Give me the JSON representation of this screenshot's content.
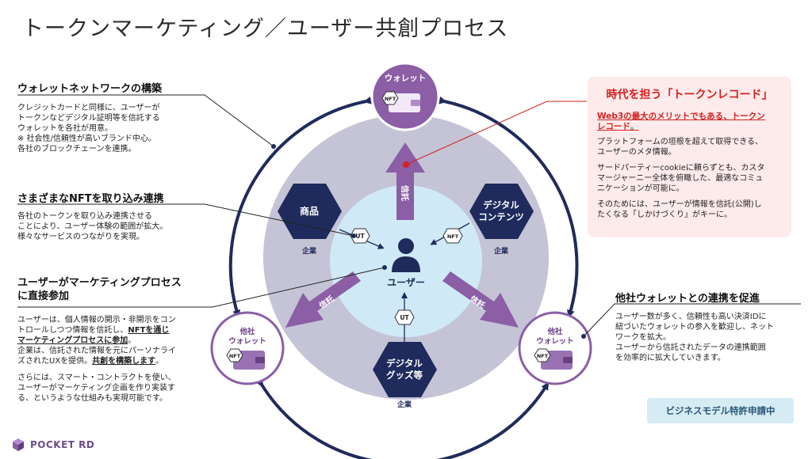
{
  "title": "トークンマーケティング／ユーザー共創プロセス",
  "left": {
    "sec1": {
      "heading": "ウォレットネットワークの構築",
      "lines": [
        "クレジットカードと同様に、ユーザーが",
        "トークンなどデジタル証明等を信託する",
        "ウォレットを各社が用意。",
        "※ 社会性/信頼性が高いブランド中心。",
        "各社のブロックチェーンを連携。"
      ]
    },
    "sec2": {
      "heading": "さまざまなNFTを取り込み連携",
      "lines": [
        "各社のトークンを取り込み連携させる",
        "ことにより、ユーザー体験の範囲が拡大。",
        "様々なサービスのつながりを実現。"
      ]
    },
    "sec3": {
      "heading_line1": "ユーザーがマーケティングプロセス",
      "heading_line2": "に直接参加",
      "p1_line1": "ユーザーは、個人情報の開示・非開示をコン",
      "p1_line2a": "トロールしつつ情報を信託し、",
      "p1_bold1": "NFTを通じ",
      "p1_bold2": "マーケティングプロセスに参加",
      "p1_line3_end": "。",
      "p2_line1": "企業は、信託された情報を元にパーソナライ",
      "p2_line2a": "ズされたUXを提供。",
      "p2_bold": "共創を構築します",
      "p2_end": "。",
      "p3_lines": [
        "さらには、スマート・コントラクトを使い、",
        "ユーザーがマーケティング企画を作り実装す",
        "る、というような仕組みも実現可能です。"
      ]
    }
  },
  "right_box": {
    "heading": "時代を担う「トークンレコード」",
    "sub_line1": "Web3の最大のメリットでもある、トークン",
    "sub_line2": "レコード",
    "sub_end": "。",
    "p1_lines": [
      "プラットフォームの垣根を超えて取得できる、",
      "ユーザーのメタ情報。"
    ],
    "p2_lines": [
      "サードパーティーcookieに頼らずとも、カスタ",
      "マージャーニー全体を俯瞰した、最適なコミュ",
      "ニケーションが可能に。"
    ],
    "p3_lines": [
      "そのためには、ユーザーが情報を信託(公開)し",
      "たくなる「しかけづくり」がキーに。"
    ]
  },
  "sec4": {
    "heading": "他社ウォレットとの連携を促進",
    "lines": [
      "ユーザー数が多く、信頼性も高い決済IDに",
      "紐づいたウォレットの参入を歓迎し、ネット",
      "ワークを拡大。",
      "ユーザーから信託されたデータの連携範囲",
      "を効率的に拡大していきます。"
    ]
  },
  "diagram": {
    "top_wallet": "ウォレット",
    "left_wallet": [
      "他社",
      "ウォレット"
    ],
    "right_wallet": [
      "他社",
      "ウォレット"
    ],
    "nft": "NFT",
    "ut": "UT",
    "user": "ユーザー",
    "trust": "信託",
    "hex_product": "商品",
    "hex_digital_content": [
      "デジタル",
      "コンテンツ"
    ],
    "hex_digital_goods": [
      "デジタル",
      "グッズ等"
    ],
    "company": "企業"
  },
  "patent": "ビジネスモデル特許申請中",
  "logo": "POCKET RD",
  "colors": {
    "purple": "#8b5ea6",
    "navy": "#1f2b5c",
    "grey_circle": "#c4c4d6",
    "light_blue": "#cfeaf6",
    "red": "#d42020",
    "pink_box": "#fdeaea"
  }
}
